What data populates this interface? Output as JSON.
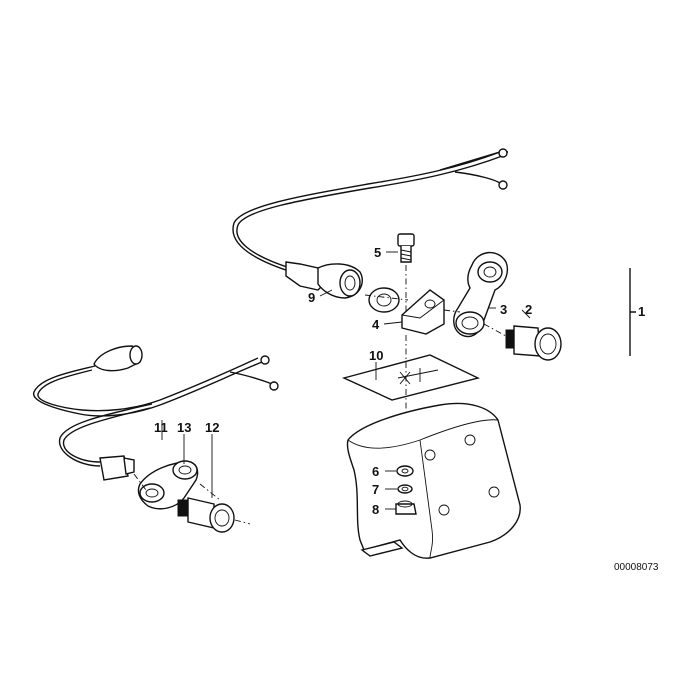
{
  "diagram": {
    "callouts": [
      "1",
      "2",
      "3",
      "4",
      "5",
      "6",
      "7",
      "8",
      "9",
      "10",
      "11",
      "12",
      "13"
    ],
    "reference_number": "00008073"
  }
}
